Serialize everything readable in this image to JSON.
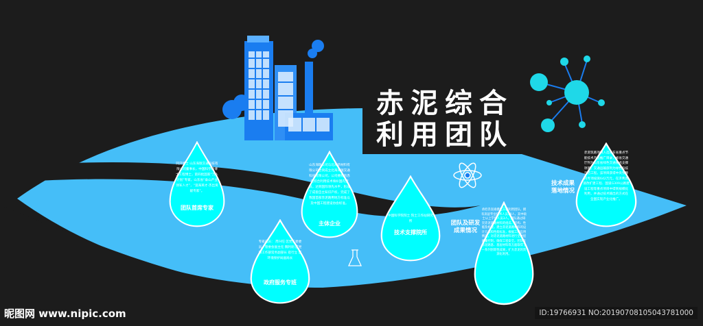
{
  "title": {
    "line1": "赤泥综合",
    "line2": "利用团队"
  },
  "colors": {
    "background": "#1c1c1c",
    "leaf": "#45bef8",
    "drop": "#00ffff",
    "building": "#1a7df0",
    "molecule": "#1fd8e8"
  },
  "drops": [
    {
      "title": "团队首席专家",
      "body": "同济博士 山东海珉交通科技有限公司董事长，中国科学院博士工程博士，第四批国家“万人计划”专家，山东省“泰山产业领军人才”，“淄海英才·杰出贡献专家”。"
    },
    {
      "title": "主体企业",
      "body": "山东海珉公司与北海新材料有限公司合资成立北海海珉交通科技有限公司，公司拥有的赤泥综合利用技术填补国内空白，达到国际领先水平，形成了成套自主知识产权，完成了我国首部赤泥路用地方标准以及中国工程建设协会标准。"
    },
    {
      "title": "技术支撑院所",
      "body": "中国科学院院士 院士工作站研究所"
    },
    {
      "title": "政府服务专班",
      "body": "专班成员： 周兴旺 区党工委委员、管委会副主任 魏利刚 区党群工作部常务副部长 崔行立 区环境保护局副局长"
    },
    {
      "title": "",
      "body": "承担赤泥规模化工程利用团队，拥有高层专业技术人员18人，其中硕士以上学历人员3人。团队通过研究赤泥道路材料的组成、结构、性能及机理，建立赤泥道路材料的设计方法和性能标准，根据工程应用情况，对赤泥道路材料进行全过程质量控制，确保工程安全。团队在赤泥路基、基层材料等方面取得了一系列创新性成果，扩大赤泥的资源化利用。"
    },
    {
      "title": "",
      "body": "赤泥筑路项目入选山东省重点节能技术产品推广目录，被省交通厅列为山东省绿色交通重点支撑项目，交通运输部列为绿色科技示范工程。该项目获得中央预算内专项投资642万元，在济青高速改扩建工程、国道G309公路建设工程等重点项目中得到规模化利用，并通过技术输出的方式在全国实现产业化推广。"
    }
  ],
  "labels": {
    "research": "团队及研发成果情况",
    "landing": "技术成果落地情况"
  },
  "icons": [
    "factory-buildings-icon",
    "molecule-icon",
    "atom-icon",
    "flask-icon"
  ],
  "watermark": {
    "site": "昵图网 www.nipic.com",
    "id": "ID:19766931 NO:20190708105043781000"
  }
}
